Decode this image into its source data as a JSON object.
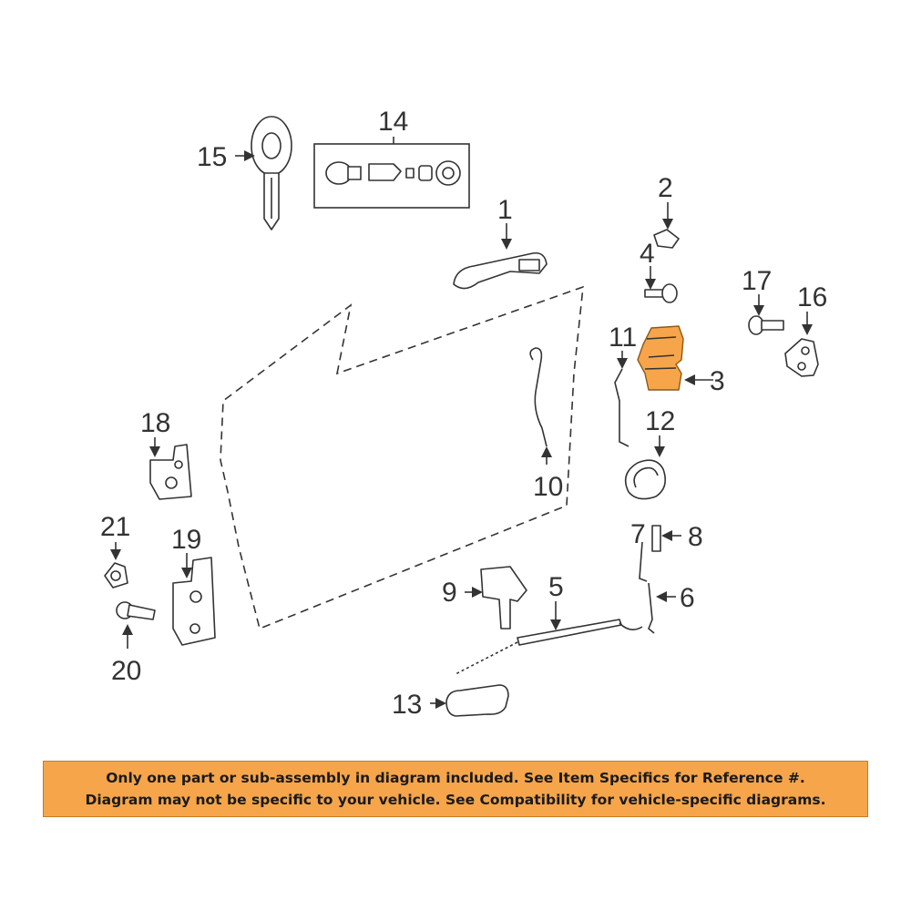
{
  "callouts": {
    "c1": "1",
    "c2": "2",
    "c3": "3",
    "c4": "4",
    "c5": "5",
    "c6": "6",
    "c7": "7",
    "c8": "8",
    "c9": "9",
    "c10": "10",
    "c11": "11",
    "c12": "12",
    "c13": "13",
    "c14": "14",
    "c15": "15",
    "c16": "16",
    "c17": "17",
    "c18": "18",
    "c19": "19",
    "c20": "20",
    "c21": "21"
  },
  "highlight_color": "#f7a54a",
  "notice": {
    "line1": "Only one part or sub-assembly in diagram included. See Item Specifics for Reference #.",
    "line2": "Diagram may not be specific to your vehicle. See Compatibility for vehicle-specific diagrams."
  }
}
